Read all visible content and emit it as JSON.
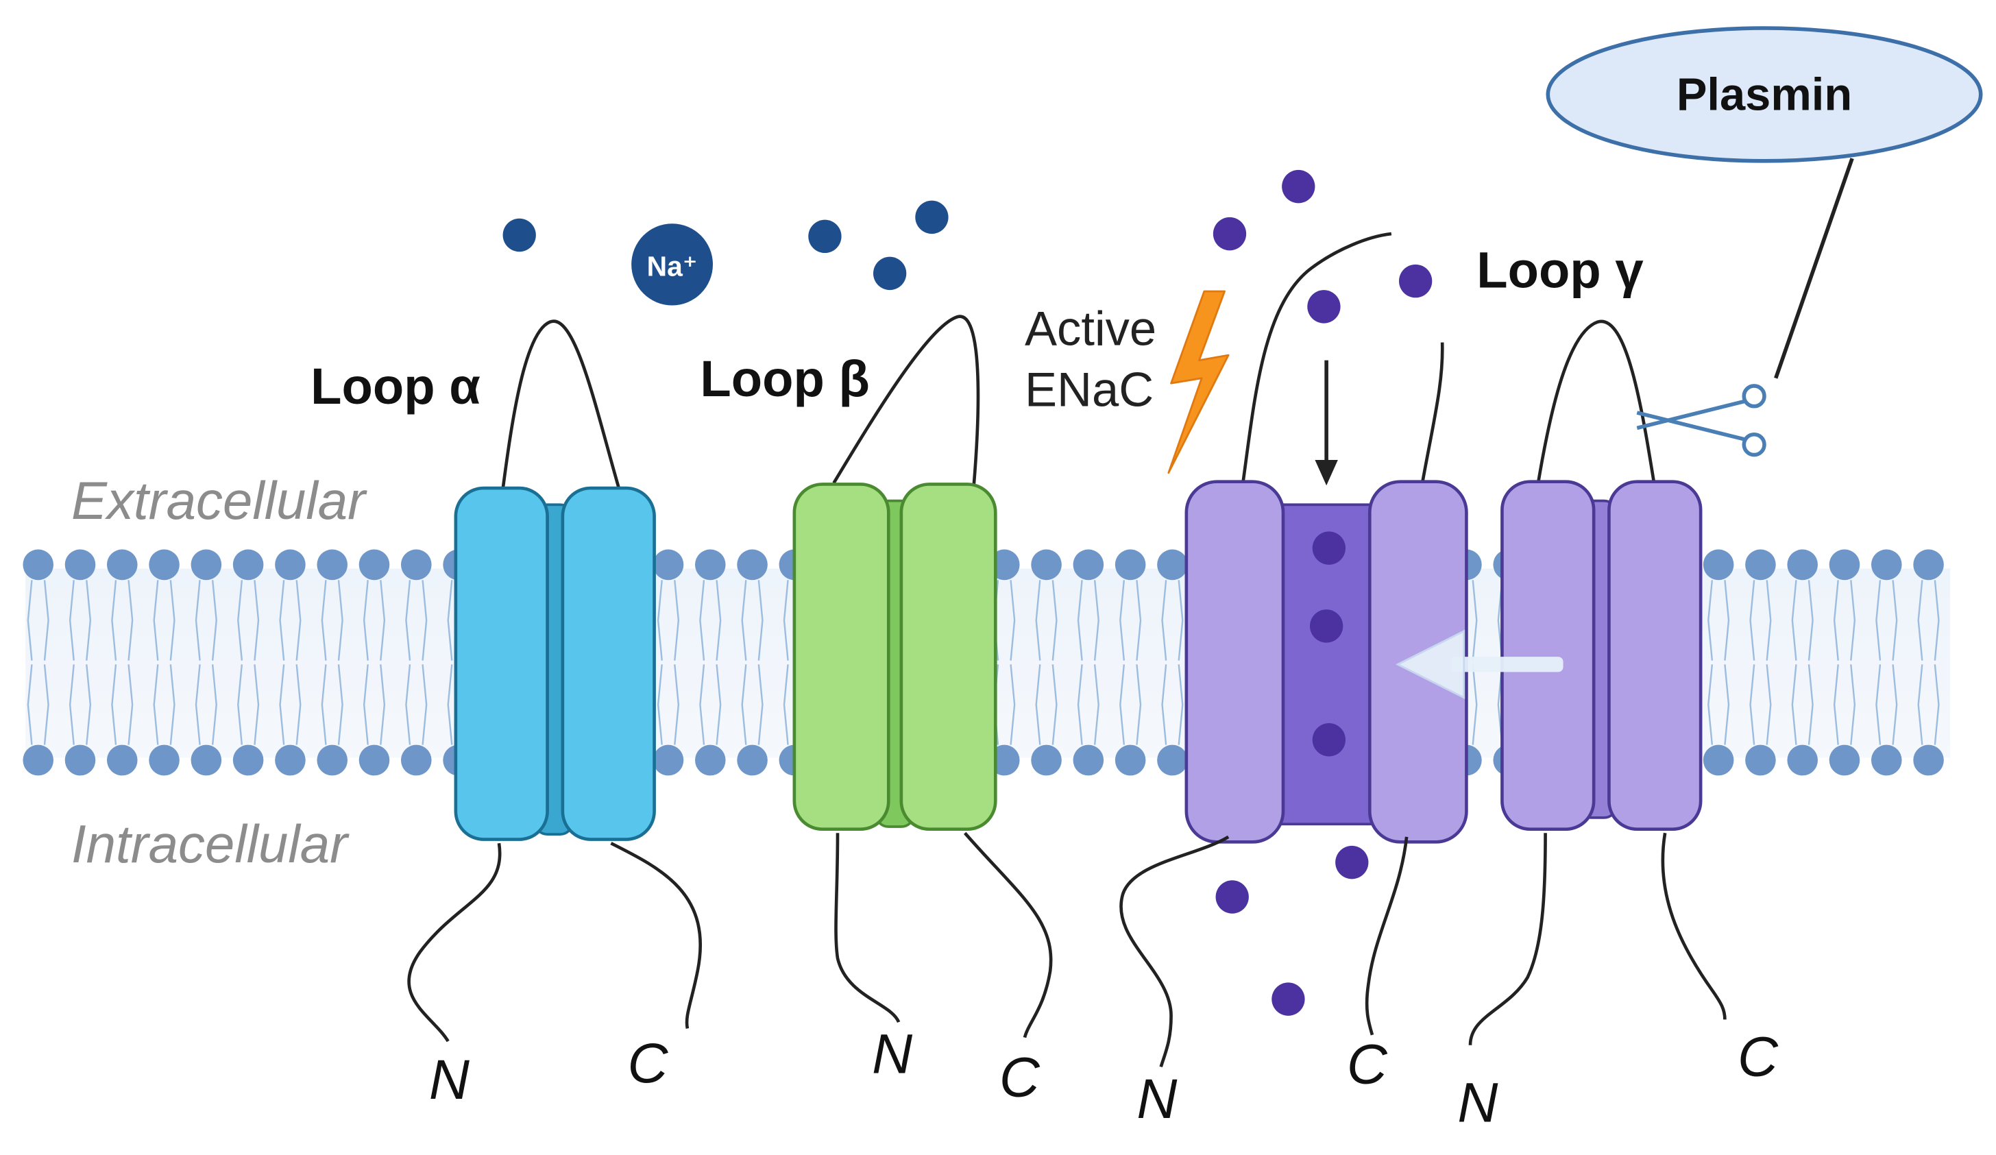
{
  "labels": {
    "extracellular": "Extracellular",
    "intracellular": "Intracellular",
    "loop_alpha": "Loop α",
    "loop_beta": "Loop β",
    "loop_gamma": "Loop γ",
    "active_line1": "Active",
    "active_line2": "ENaC",
    "plasmin": "Plasmin",
    "sodium": "Na⁺",
    "n_terminus": "N",
    "c_terminus": "C"
  },
  "colors": {
    "membrane": "#6f96c8",
    "alpha_subunit": "#58c6ec",
    "beta_subunit": "#a6de82",
    "gamma_subunit": "#b2a0e6",
    "sodium_ion": "#1e4f8c",
    "ion_active": "#4b32a0",
    "lightning": "#f7941d",
    "plasmin_fill": "#dde9f8"
  },
  "icons": [
    "sodium-ion-icon",
    "lightning-bolt-icon",
    "scissors-icon",
    "arrow-down-icon",
    "arrow-left-icon"
  ]
}
